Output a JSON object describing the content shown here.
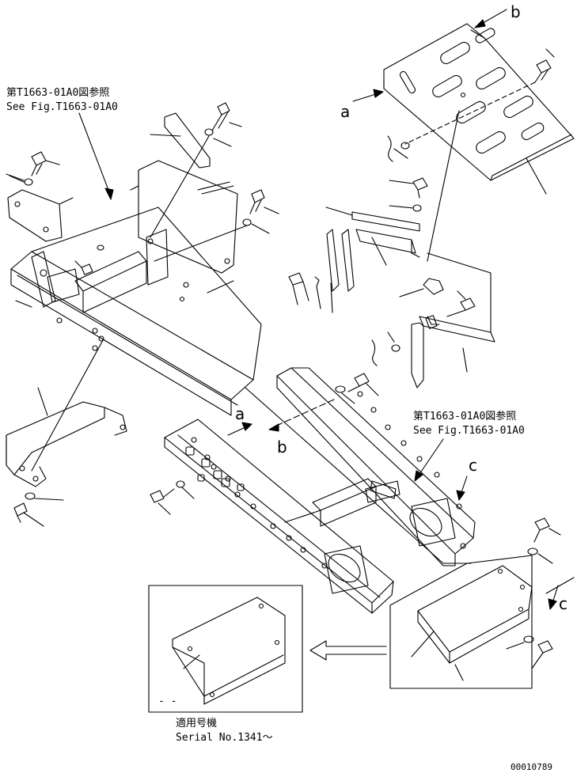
{
  "refs": {
    "top_left": {
      "jp": "第T1663-01A0図参照",
      "en": "See Fig.T1663-01A0"
    },
    "middle_right": {
      "jp": "第T1663-01A0図参照",
      "en": "See Fig.T1663-01A0"
    }
  },
  "view_letters": {
    "a_top": "a",
    "b_top": "b",
    "a_mid": "a",
    "b_mid": "b",
    "c_mid": "c",
    "c_right": "c"
  },
  "inset": {
    "applicable_jp": "適用号機",
    "serial": "Serial No.1341～",
    "dash": "- -"
  },
  "drawing_number": "00010789"
}
